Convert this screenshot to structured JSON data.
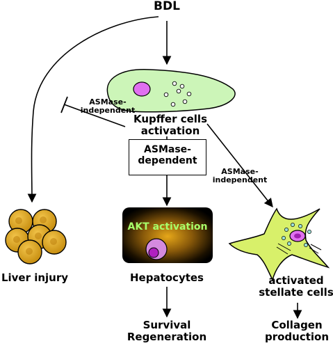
{
  "diagram": {
    "top_label": "BDL",
    "kupffer_label": [
      "Kupffer cells",
      "activation"
    ],
    "asmase_dependent": [
      "ASMase-",
      "dependent"
    ],
    "asmase_independent_left": [
      "ASMase-",
      "independent"
    ],
    "asmase_independent_right": [
      "ASMase-",
      "independent"
    ],
    "akt_activation": "AKT activation",
    "liver_injury": "Liver injury",
    "hepatocytes": "Hepatocytes",
    "stellate": [
      "activated",
      "stellate cells"
    ],
    "survival": [
      "Survival",
      "Regeneration"
    ],
    "collagen": [
      "Collagen",
      "production"
    ]
  },
  "colors": {
    "kupffer_cell_fill": "#ccf5b8",
    "nucleus_fill": "#e070f0",
    "hepatocyte_fill": "#d4a017",
    "akt_glow": "#d99a10",
    "akt_text": "#a8ff6a",
    "stellate_fill": "#d8f06a"
  }
}
